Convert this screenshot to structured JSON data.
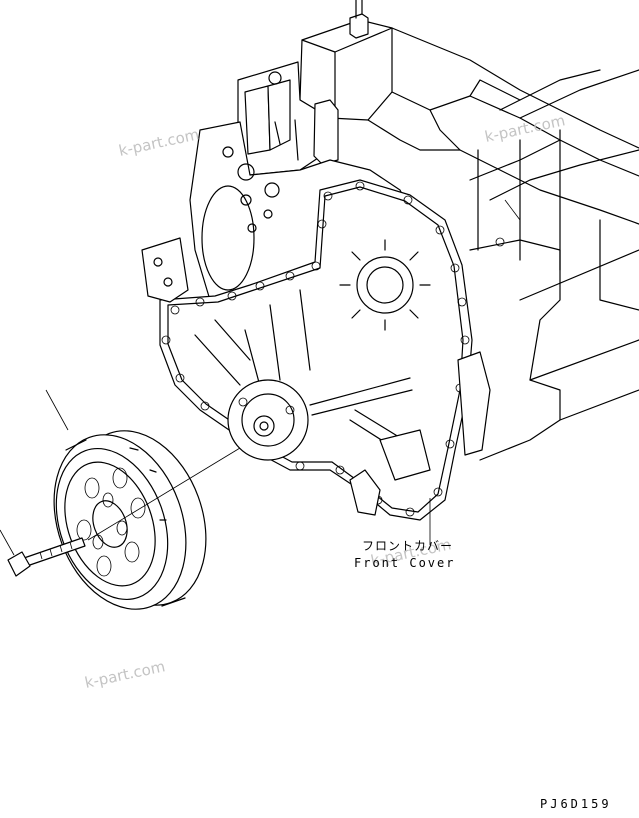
{
  "callout": {
    "label_jp": "フロントカバー",
    "label_en": "Front Cover"
  },
  "figure_code": "PJ6D159",
  "watermarks": [
    "k-part.com",
    "k-part.com",
    "k-part.com",
    "k-part.com"
  ]
}
